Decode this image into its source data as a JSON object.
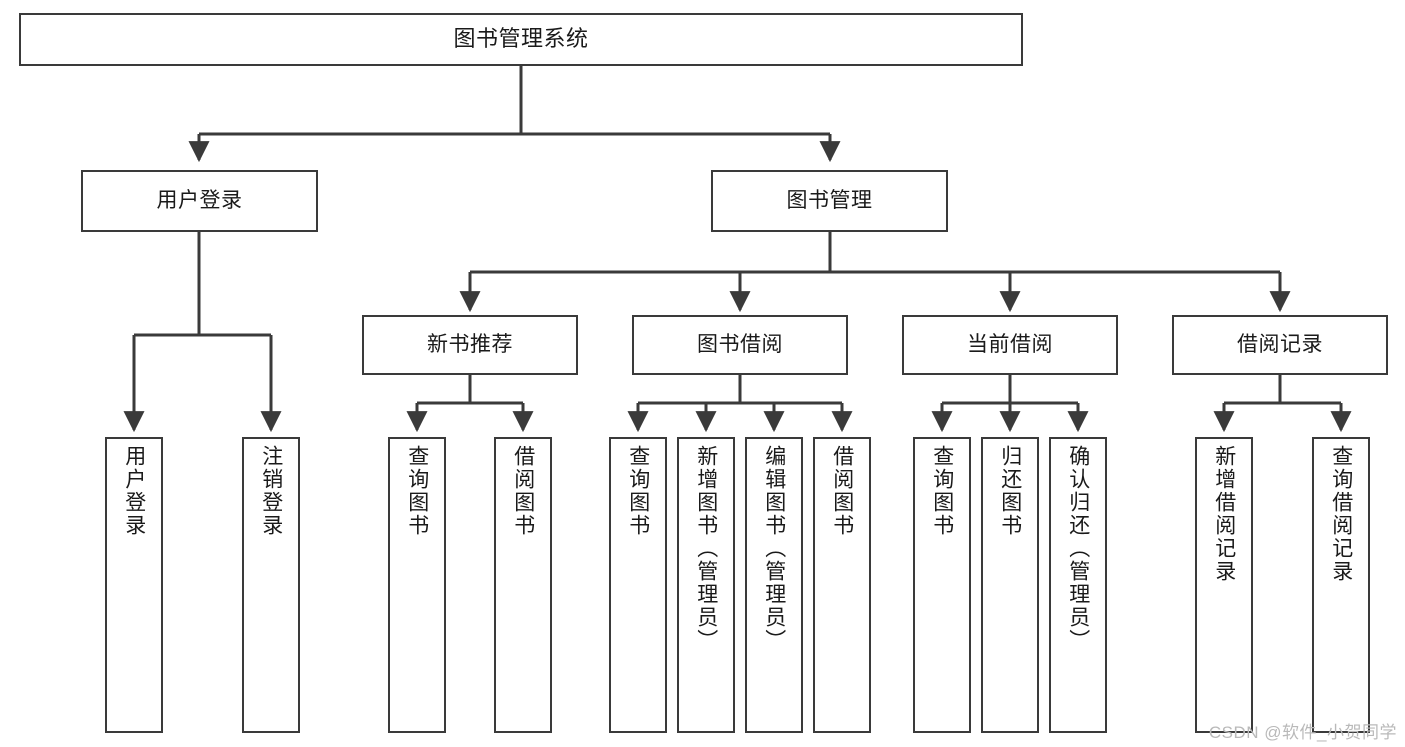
{
  "diagram": {
    "type": "tree-hierarchy",
    "title": "图书管理系统",
    "watermark": "CSDN @软件_小贺同学",
    "colors": {
      "box_border": "#3a3a3a",
      "box_fill": "#ffffff",
      "connector": "#3a3a3a",
      "text": "#1a1a1a",
      "watermark": "#b9b9b9",
      "background": "#ffffff"
    },
    "nodes": {
      "root": {
        "label": "图书管理系统"
      },
      "level2": [
        {
          "label": "用户登录"
        },
        {
          "label": "图书管理"
        }
      ],
      "level3": [
        {
          "label": "新书推荐"
        },
        {
          "label": "图书借阅"
        },
        {
          "label": "当前借阅"
        },
        {
          "label": "借阅记录"
        }
      ],
      "leaves": {
        "user_login": [
          {
            "label": "用户登录"
          },
          {
            "label": "注销登录"
          }
        ],
        "new_book_recommend": [
          {
            "label": "查询图书"
          },
          {
            "label": "借阅图书"
          }
        ],
        "book_borrow": [
          {
            "label": "查询图书"
          },
          {
            "label": "新增图书（管理员）"
          },
          {
            "label": "编辑图书（管理员）"
          },
          {
            "label": "借阅图书"
          }
        ],
        "current_borrow": [
          {
            "label": "查询图书"
          },
          {
            "label": "归还图书"
          },
          {
            "label": "确认归还（管理员）"
          }
        ],
        "borrow_record": [
          {
            "label": "新增借阅记录"
          },
          {
            "label": "查询借阅记录"
          }
        ]
      }
    }
  }
}
